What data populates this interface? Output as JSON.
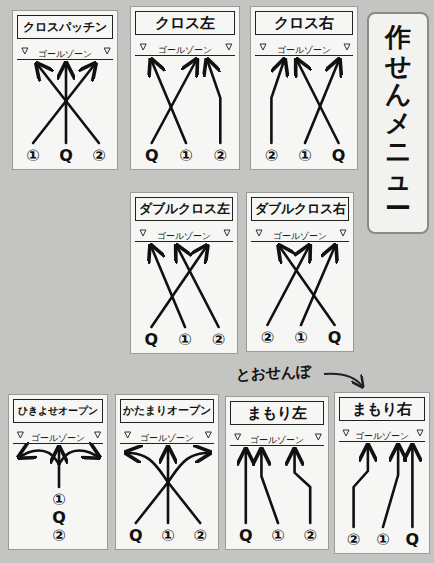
{
  "diagram": {
    "nodes": [
      {
        "text": [
          "クロスパッチン"
        ]
      },
      {
        "text": [
          "ゴールゾーン"
        ],
        "in": 0
      },
      {
        "text": [
          "クロス左"
        ]
      },
      {
        "text": [
          "ゴールゾーン"
        ],
        "in": 2
      },
      {
        "text": [
          "クロス右"
        ]
      },
      {
        "text": [
          "ゴールゾーン"
        ],
        "in": 4
      },
      {
        "text": [
          "作せんメニュー"
        ]
      },
      {
        "text": [
          "ダブルクロス左"
        ]
      },
      {
        "text": [
          "ゴールゾーン"
        ],
        "in": 7
      },
      {
        "text": [
          "ダブルクロス右"
        ]
      },
      {
        "text": [
          "ゴールゾーン"
        ],
        "in": 9
      },
      {
        "text": [
          "ひきよせオープン"
        ]
      },
      {
        "text": [
          "ゴールゾーン"
        ],
        "in": 11
      },
      {
        "text": [
          "かたまりオープン"
        ]
      },
      {
        "text": [
          "ゴールゾーン"
        ],
        "in": 13
      },
      {
        "text": [
          "まもり左"
        ]
      },
      {
        "text": [
          "ゴールゾーン"
        ],
        "in": 15
      },
      {
        "text": [
          "まもり右"
        ]
      },
      {
        "text": [
          "ゴールゾーン"
        ],
        "in": 17
      }
    ],
    "labels": [
      "とおせんぼ",
      "①",
      "Q",
      "②",
      "Q",
      "①",
      "②",
      "②",
      "①",
      "Q",
      "Q",
      "①",
      "②",
      "②",
      "①",
      "Q",
      "①",
      "Q",
      "②",
      "Q",
      "①",
      "②",
      "Q",
      "①",
      "②",
      "②",
      "①",
      "Q"
    ]
  }
}
